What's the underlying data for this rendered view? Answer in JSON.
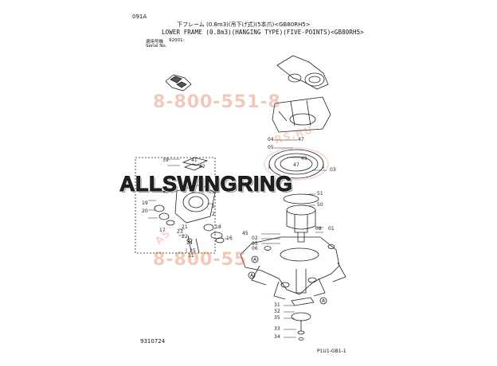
{
  "header": {
    "code": "091A",
    "title_jp": "下フレーム (0.8m3)(吊下げ式)(5本爪)<GB80RH5>",
    "title_en": "LOWER FRAME (0.8m3)(HANGING TYPE)(FIVE-POINTS)<GB80RH5>",
    "serial_jp": "適用号機",
    "serial_number": "92001-",
    "serial_en": "Serial No."
  },
  "footer": {
    "doc_id": "9310724",
    "page_id": "P1U1-GB1-1"
  },
  "watermarks": {
    "phone_top": "8-800-551-8",
    "phone_bottom": "8-800-55",
    "site_top": "RS.RU",
    "site_bottom": "AS",
    "logo": "ALLSWINGRING"
  },
  "callouts": {
    "left_group": [
      "39",
      "41",
      "42",
      "40",
      "01A",
      "1",
      "2",
      "19",
      "20",
      "21",
      "22",
      "23",
      "24",
      "25",
      "16",
      "18",
      "17",
      "11"
    ],
    "right_group": [
      "04",
      "05",
      "47",
      "49",
      "47",
      "03",
      "51",
      "50",
      "08",
      "01",
      "45",
      "02",
      "05",
      "06",
      "31",
      "32",
      "35",
      "33",
      "34",
      "A",
      "A",
      "A"
    ]
  },
  "colors": {
    "line": "#222222",
    "watermark": "#d6643c",
    "background": "#ffffff"
  }
}
